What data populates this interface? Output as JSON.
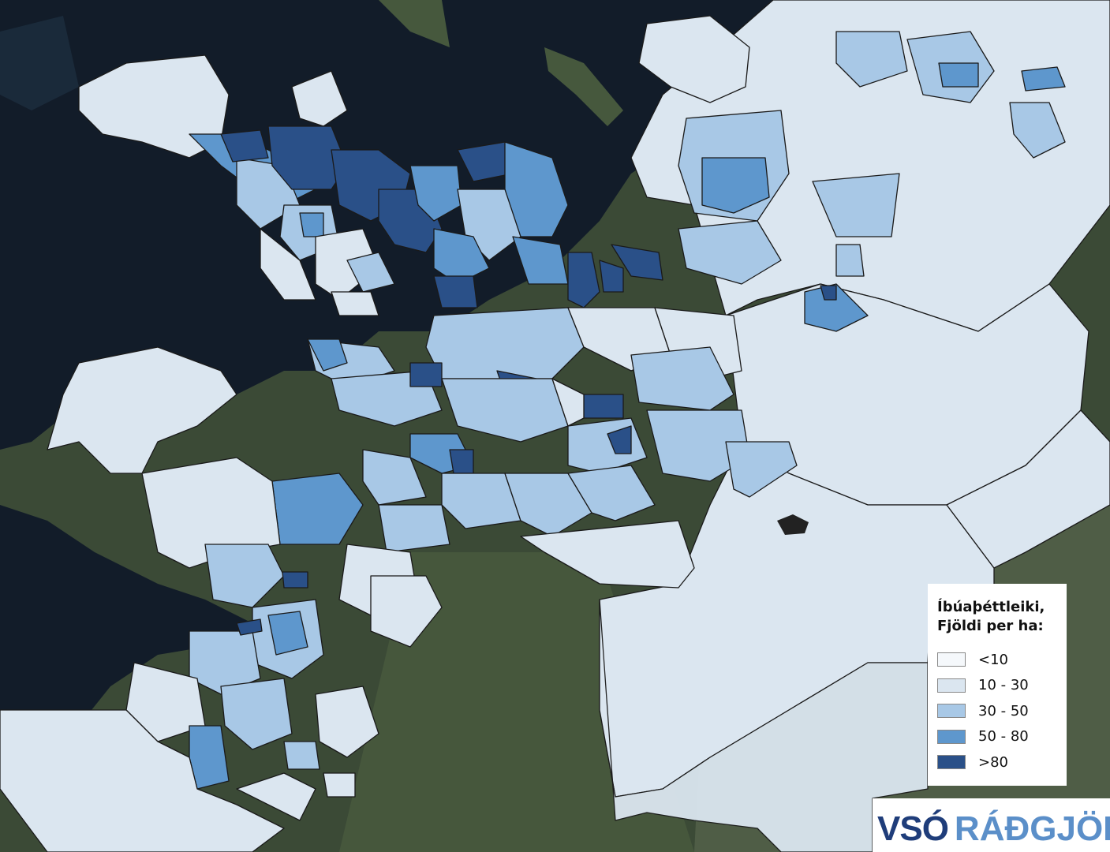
{
  "colors": {
    "sea": "#121c29",
    "land": "#3b4a36",
    "land_light": "#5d6a52",
    "border": "#1a1a1a",
    "class_lt10": "#f5f8fb",
    "class_10_30": "#dbe6f0",
    "class_30_50": "#a8c8e6",
    "class_50_80": "#5e97cd",
    "class_gt80": "#2a5088",
    "logo_dark": "#1f3d7a",
    "logo_light": "#5b8fc9"
  },
  "legend": {
    "title_line1": "Íbúaþéttleiki,",
    "title_line2": "Fjöldi per ha:",
    "items": [
      {
        "label": "<10",
        "color": "#f5f8fb"
      },
      {
        "label": " 10 - 30",
        "color": "#dbe6f0"
      },
      {
        "label": " 30 - 50",
        "color": "#a8c8e6"
      },
      {
        "label": " 50 - 80",
        "color": "#5e97cd"
      },
      {
        "label": ">80",
        "color": "#2a5088"
      }
    ]
  },
  "logo": {
    "primary": "VSÓ",
    "secondary": "RÁÐGJÖF"
  }
}
